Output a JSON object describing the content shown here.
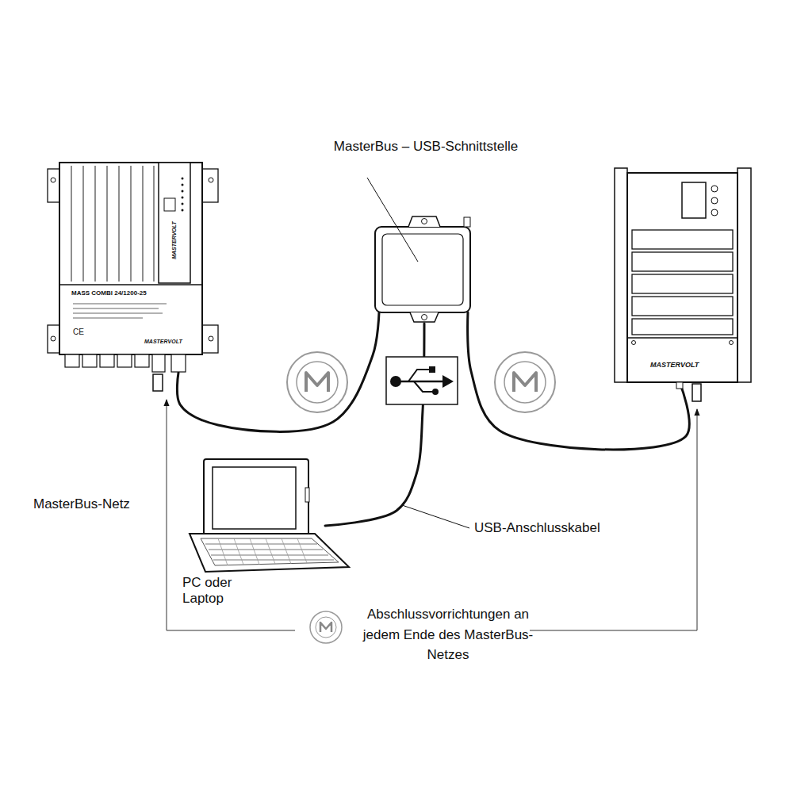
{
  "diagram": {
    "nodes": [
      {
        "text": [
          "MASTERVOLT",
          "MASS COMBI 24/1200-25",
          "CE",
          "MASTERVOLT"
        ]
      },
      {
        "text": [
          "MasterBus – USB-Schnittstelle"
        ]
      },
      {
        "text": [
          "MASTERVOLT"
        ]
      },
      {
        "text": [
          "PC oder Laptop"
        ]
      }
    ],
    "edges": [
      {
        "from": 0,
        "to": 1,
        "arrow": "none"
      },
      {
        "from": 1,
        "to": 2,
        "arrow": "none"
      },
      {
        "from": 1,
        "to": 3,
        "arrow": "none"
      }
    ],
    "labels": [
      "MasterBus-Netz",
      "USB-Anschlusskabel",
      "Abschlussvorrichtungen an jedem Ende des MasterBus-Netzes"
    ]
  }
}
